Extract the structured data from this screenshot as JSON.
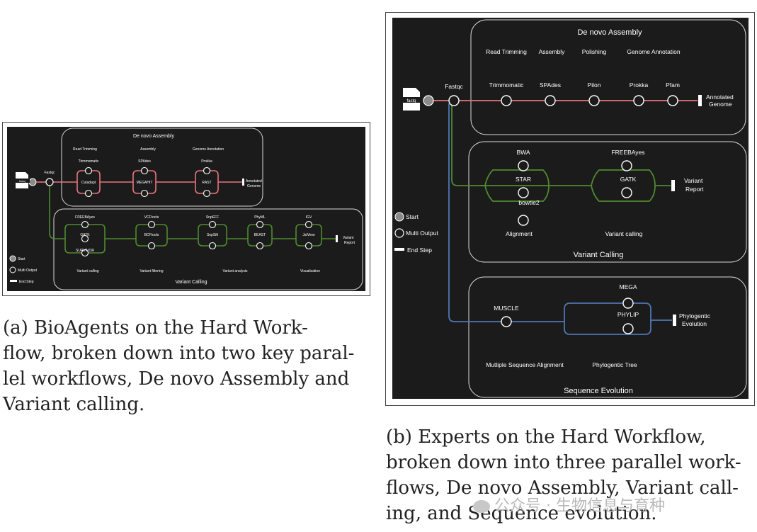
{
  "figure_a": {
    "blocks": {
      "denovo_title": "De novo Assembly",
      "variant_title": "Variant Calling"
    },
    "labels": {
      "fastqc": "Fastqc",
      "read_trimming": "Read Trimming",
      "assembly": "Assembly",
      "genome_annotation": "Genome Annotation",
      "trimmomatic": "Trimmomatic",
      "cutadapt": "Cutadapt",
      "spades": "SPAdes",
      "megahit": "MEGAHIT",
      "prokka": "Prokka",
      "rast": "RAST",
      "annotated": "Annotated",
      "genome": "Genome",
      "freebayes": "FREEBAyes",
      "gatk": "GATK",
      "survivor": "SURVIVOR",
      "vcftools": "VCFtools",
      "bcftools": "BCFtools",
      "snpeff": "SnpEFF",
      "snpsift": "SnpSift",
      "phyml": "PhyML",
      "beast": "BEAST",
      "igv": "IGV",
      "jalview": "JalView",
      "variant": "Variant",
      "report": "Report",
      "variant_calling_stage": "Variant calling",
      "variant_filtering": "Variant filtering",
      "variant_analysis": "Variant analysis",
      "visualization": "Visualization"
    },
    "legend": {
      "start": "Start",
      "multi": "Multi Output",
      "end": "End Step"
    },
    "caption": [
      "(a)  BioAgents  on  the  Hard  Work-",
      "flow, broken down into two key paral-",
      "lel workflows, De novo Assembly and",
      "Variant calling."
    ]
  },
  "figure_b": {
    "blocks": {
      "denovo_title": "De novo Assembly",
      "variant_title": "Variant Calling",
      "sequence_title": "Sequence Evolution"
    },
    "labels": {
      "fastqc": "Fastqc",
      "read_trimming": "Read Trimming",
      "assembly": "Assembly",
      "polishing": "Polishing",
      "genome_annotation": "Genome Annotation",
      "trimmomatic": "Trimmomatic",
      "spades": "SPAdes",
      "pilon": "Pilon",
      "prokka": "Prokka",
      "pfam": "Pfam",
      "annotated": "Annotated",
      "genome": "Genome",
      "bwa": "BWA",
      "star": "STAR",
      "bowtie2": "bowtie2",
      "freebayes": "FREEBAyes",
      "gatk": "GATK",
      "variant": "Variant",
      "report": "Report",
      "alignment": "Alignment",
      "variant_calling_stage": "Variant calling",
      "muscle": "MUSCLE",
      "mega": "MEGA",
      "phylip": "PHYLIP",
      "phylogentic": "Phylogentic",
      "evolution": "Evolution",
      "msa": "Mutliple Sequence Alignment",
      "phylo_tree": "Phylogentic Tree"
    },
    "legend": {
      "start": "Start",
      "multi": "Multi Output",
      "end": "End Step"
    },
    "caption": [
      "(b)  Experts  on  the  Hard  Workflow,",
      "broken down into three parallel work-",
      "flows, De novo Assembly, Variant call-",
      "ing, and Sequence evolution."
    ]
  },
  "file_icon_text": "fastq",
  "watermark": "公众号 · 生物信息与育种",
  "colors": {
    "background": "#1b1b1b",
    "denovo_line": "#e8747d",
    "variant_line": "#4f8a2e",
    "sequence_line": "#4f76b4",
    "trunk_line": "#6e8fb8"
  }
}
